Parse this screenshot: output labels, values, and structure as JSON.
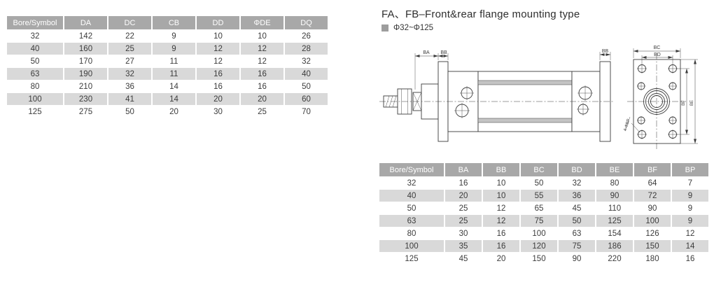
{
  "section": {
    "title": "FA、FB–Front&rear flange mounting type",
    "bore_range": "Φ32~Φ125"
  },
  "left_table": {
    "headers": [
      "Bore/Symbol",
      "DA",
      "DC",
      "CB",
      "DD",
      "ΦDE",
      "DQ"
    ],
    "rows": [
      [
        "32",
        "142",
        "22",
        "9",
        "10",
        "10",
        "26"
      ],
      [
        "40",
        "160",
        "25",
        "9",
        "12",
        "12",
        "28"
      ],
      [
        "50",
        "170",
        "27",
        "11",
        "12",
        "12",
        "32"
      ],
      [
        "63",
        "190",
        "32",
        "11",
        "16",
        "16",
        "40"
      ],
      [
        "80",
        "210",
        "36",
        "14",
        "16",
        "16",
        "50"
      ],
      [
        "100",
        "230",
        "41",
        "14",
        "20",
        "20",
        "60"
      ],
      [
        "125",
        "275",
        "50",
        "20",
        "30",
        "25",
        "70"
      ]
    ]
  },
  "right_table": {
    "headers": [
      "Bore/Symbol",
      "BA",
      "BB",
      "BC",
      "BD",
      "BE",
      "BF",
      "BP"
    ],
    "rows": [
      [
        "32",
        "16",
        "10",
        "50",
        "32",
        "80",
        "64",
        "7"
      ],
      [
        "40",
        "20",
        "10",
        "55",
        "36",
        "90",
        "72",
        "9"
      ],
      [
        "50",
        "25",
        "12",
        "65",
        "45",
        "110",
        "90",
        "9"
      ],
      [
        "63",
        "25",
        "12",
        "75",
        "50",
        "125",
        "100",
        "9"
      ],
      [
        "80",
        "30",
        "16",
        "100",
        "63",
        "154",
        "126",
        "12"
      ],
      [
        "100",
        "35",
        "16",
        "120",
        "75",
        "186",
        "150",
        "14"
      ],
      [
        "125",
        "45",
        "20",
        "150",
        "90",
        "220",
        "180",
        "16"
      ]
    ]
  },
  "drawing": {
    "labels": {
      "ba": "BA",
      "bb_front": "BB",
      "bb_rear": "BB",
      "bc": "BC",
      "bd": "BD",
      "be": "BE",
      "bf": "BF",
      "hole_note": "4-ΦBP"
    }
  },
  "colors": {
    "header_bg": "#a8a8a8",
    "header_text": "#ffffff",
    "row_alt_bg": "#d9d9d9",
    "body_text": "#3c3c3c",
    "line": "#3c3c3c",
    "accent_square": "#9d9d9d"
  }
}
